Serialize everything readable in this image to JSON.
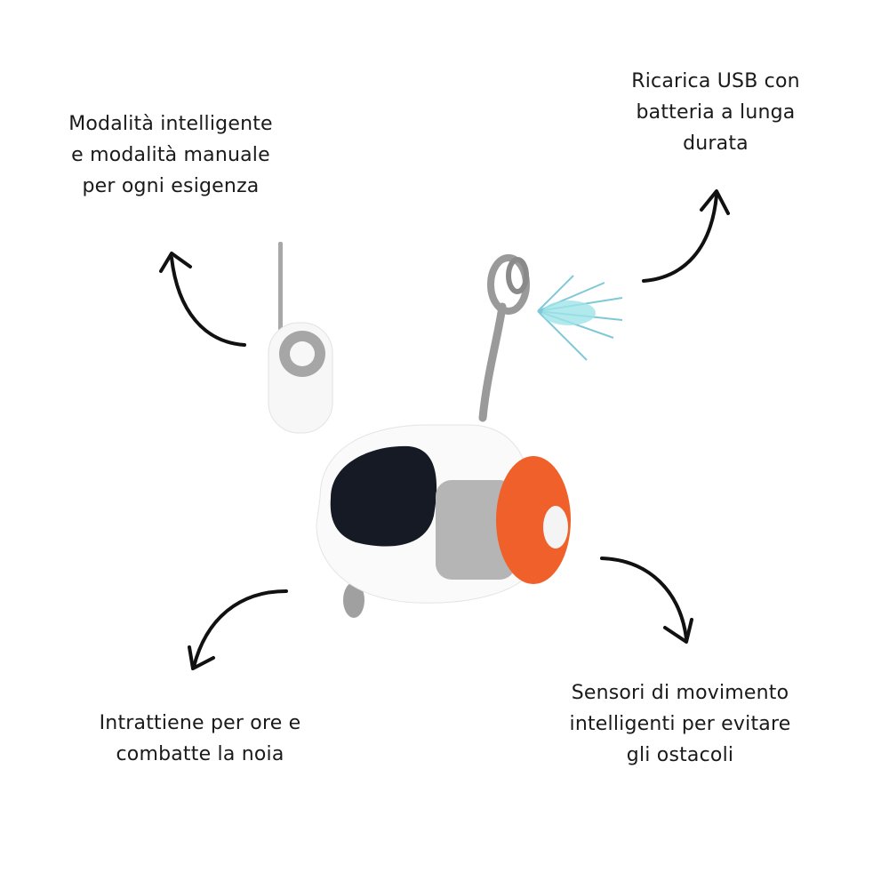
{
  "features": [
    {
      "id": "modes",
      "lines": [
        "Modalità intelligente",
        "e modalità manuale",
        "per ogni esigenza"
      ]
    },
    {
      "id": "usb",
      "lines": [
        "Ricarica USB con",
        "batteria a lunga",
        "durata"
      ]
    },
    {
      "id": "entertain",
      "lines": [
        "Intrattiene per ore e",
        "combatte la noia"
      ]
    },
    {
      "id": "sensors",
      "lines": [
        "Sensori di movimento",
        "intelligenti per evitare",
        "gli ostacoli"
      ]
    }
  ],
  "colors": {
    "accent": "#f0602a",
    "body": "#ffffff",
    "visor": "#151a24",
    "grey": "#9a9a9a",
    "arrow": "#111111"
  }
}
